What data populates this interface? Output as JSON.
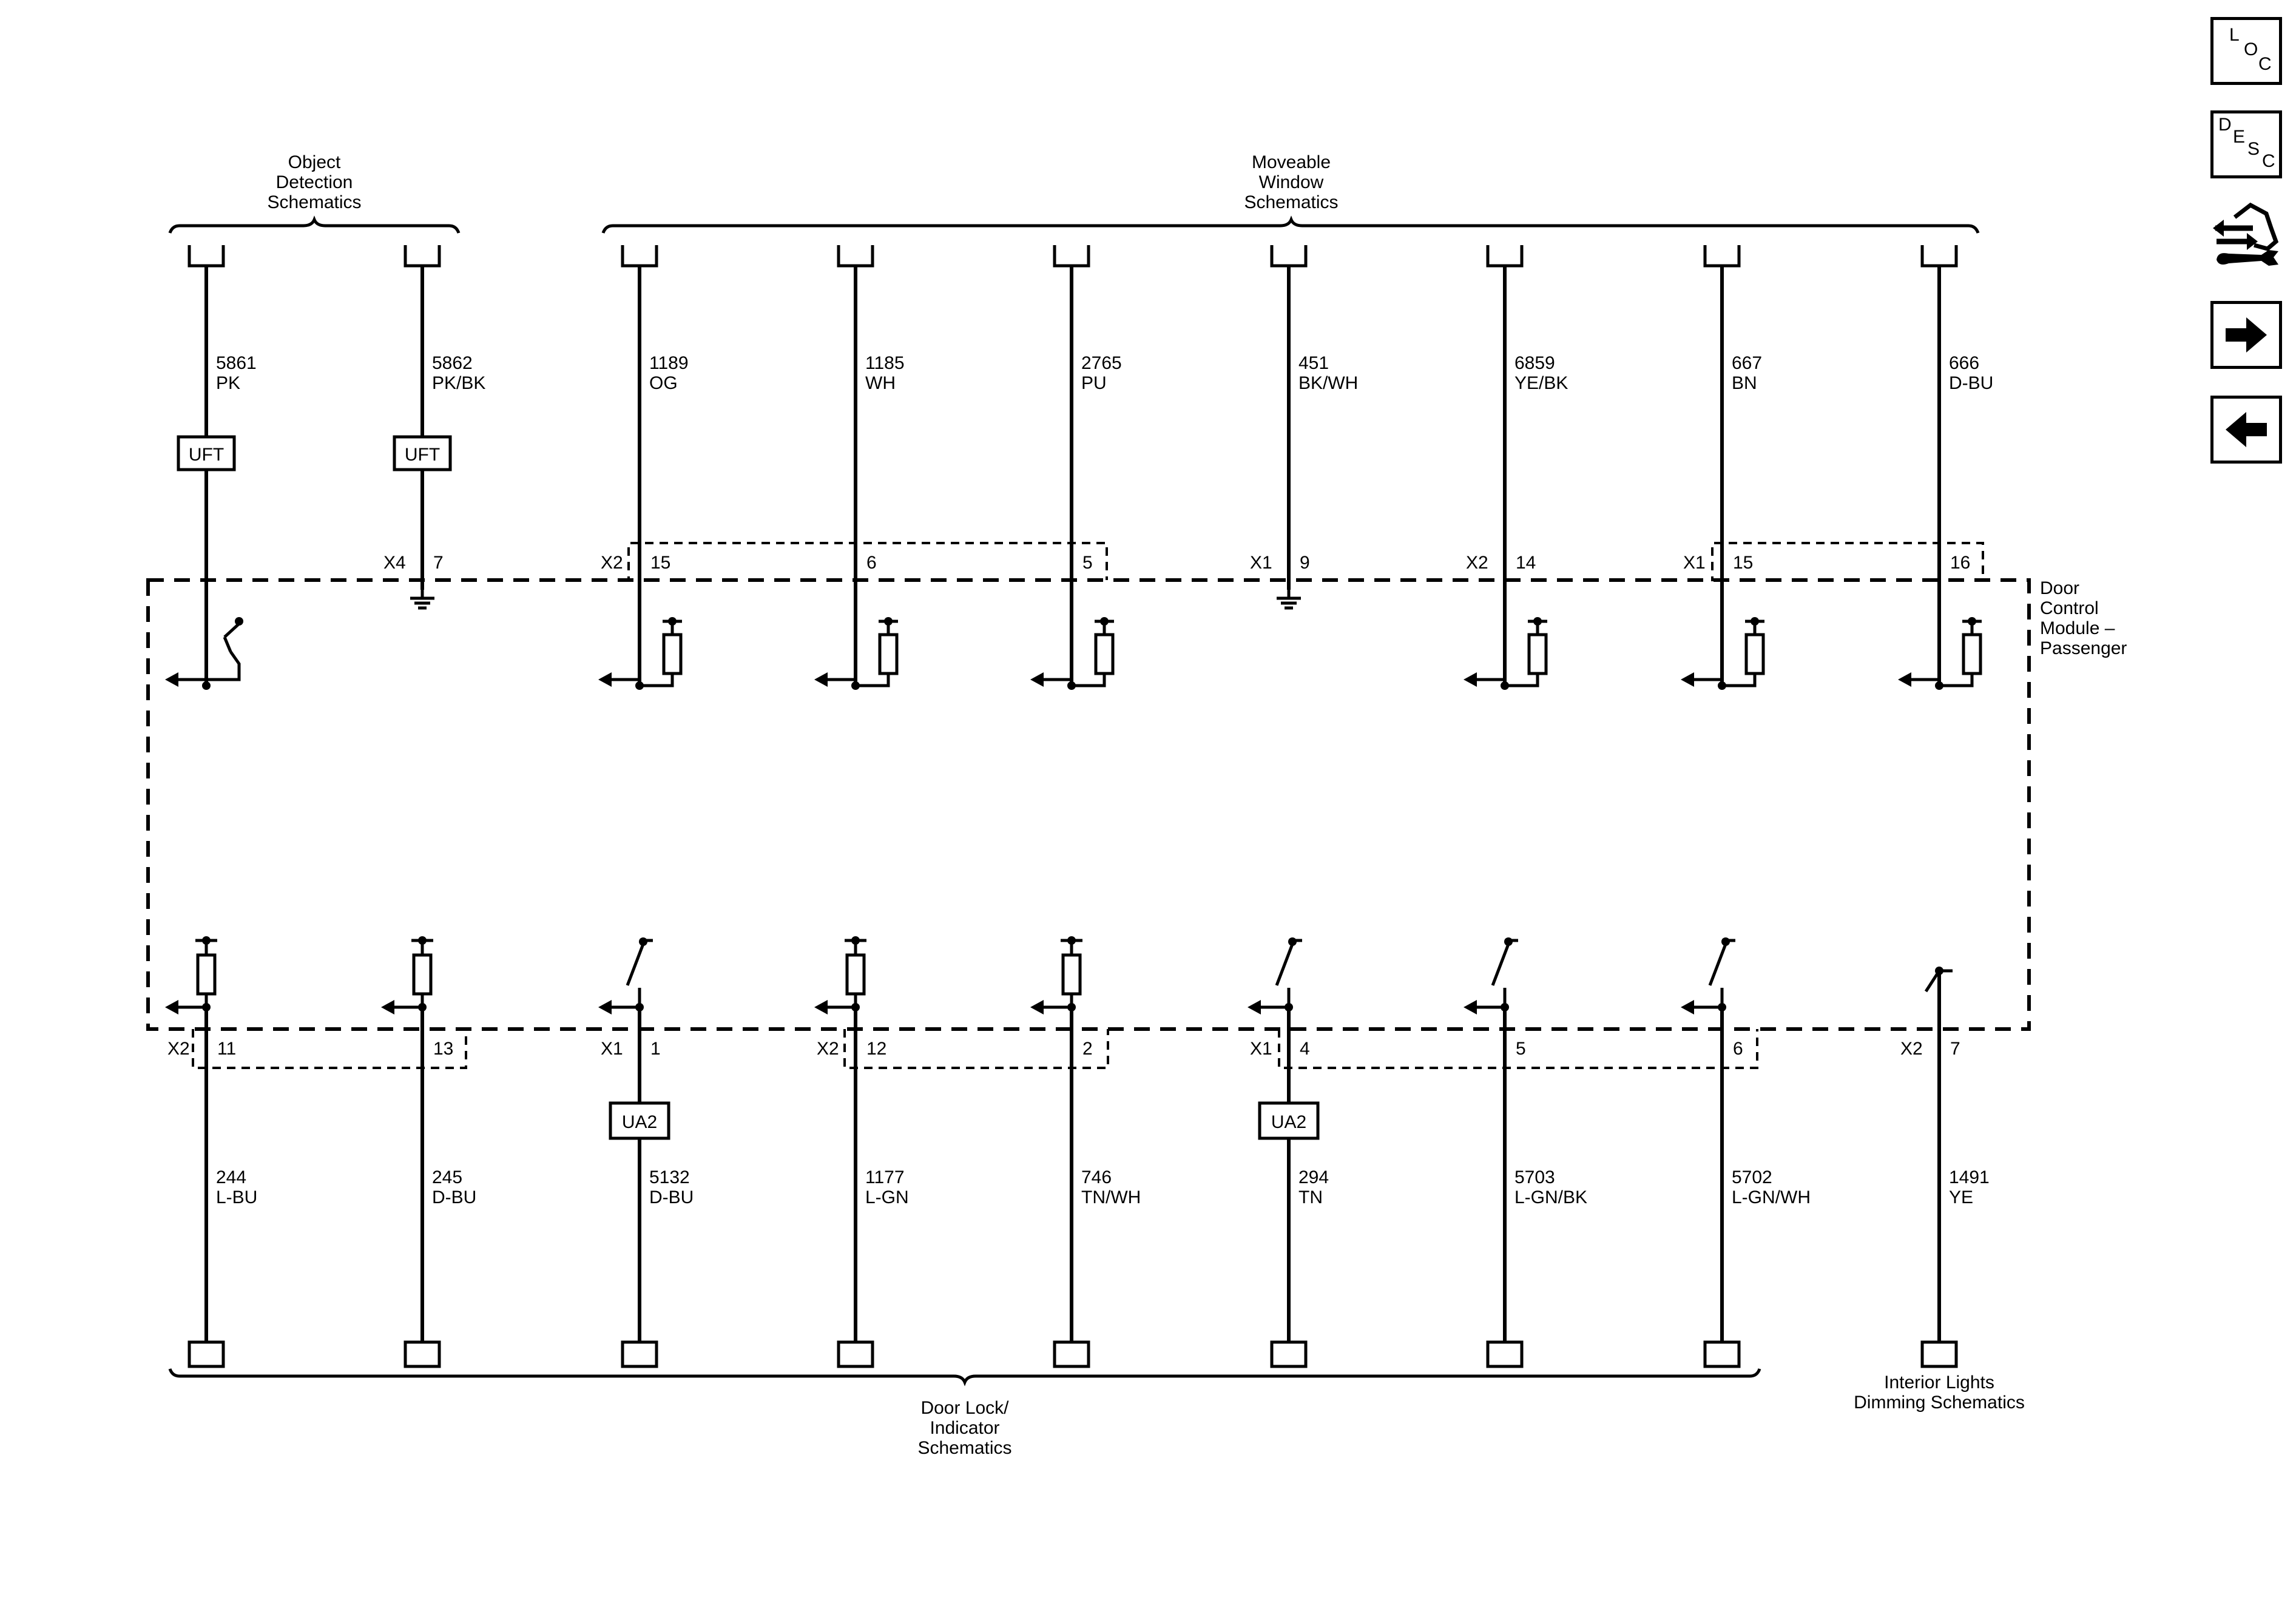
{
  "groups": {
    "object_detection": [
      "Object",
      "Detection",
      "Schematics"
    ],
    "moveable_window": [
      "Moveable",
      "Window",
      "Schematics"
    ],
    "door_lock": [
      "Door Lock/",
      "Indicator",
      "Schematics"
    ],
    "interior_lights": [
      "Interior Lights",
      "Dimming Schematics"
    ]
  },
  "module_name": [
    "Door",
    "Control",
    "Module –",
    "Passenger"
  ],
  "top_circuits": [
    {
      "circuit": "5861",
      "color": "PK",
      "connector": "",
      "pin": "",
      "device": "UFT"
    },
    {
      "circuit": "5862",
      "color": "PK/BK",
      "connector": "X4",
      "pin": "7",
      "device": "UFT"
    },
    {
      "circuit": "1189",
      "color": "OG",
      "connector": "X2",
      "pin": "15",
      "device": ""
    },
    {
      "circuit": "1185",
      "color": "WH",
      "connector": "",
      "pin": "6",
      "device": ""
    },
    {
      "circuit": "2765",
      "color": "PU",
      "connector": "",
      "pin": "5",
      "device": ""
    },
    {
      "circuit": "451",
      "color": "BK/WH",
      "connector": "X1",
      "pin": "9",
      "device": ""
    },
    {
      "circuit": "6859",
      "color": "YE/BK",
      "connector": "X2",
      "pin": "14",
      "device": ""
    },
    {
      "circuit": "667",
      "color": "BN",
      "connector": "X1",
      "pin": "15",
      "device": ""
    },
    {
      "circuit": "666",
      "color": "D-BU",
      "connector": "",
      "pin": "16",
      "device": ""
    }
  ],
  "bottom_circuits": [
    {
      "circuit": "244",
      "color": "L-BU",
      "connector": "X2",
      "pin": "11",
      "device": ""
    },
    {
      "circuit": "245",
      "color": "D-BU",
      "connector": "",
      "pin": "13",
      "device": ""
    },
    {
      "circuit": "5132",
      "color": "D-BU",
      "connector": "X1",
      "pin": "1",
      "device": "UA2"
    },
    {
      "circuit": "1177",
      "color": "L-GN",
      "connector": "X2",
      "pin": "12",
      "device": ""
    },
    {
      "circuit": "746",
      "color": "TN/WH",
      "connector": "",
      "pin": "2",
      "device": ""
    },
    {
      "circuit": "294",
      "color": "TN",
      "connector": "X1",
      "pin": "4",
      "device": "UA2"
    },
    {
      "circuit": "5703",
      "color": "L-GN/BK",
      "connector": "",
      "pin": "5",
      "device": ""
    },
    {
      "circuit": "5702",
      "color": "L-GN/WH",
      "connector": "",
      "pin": "6",
      "device": ""
    },
    {
      "circuit": "1491",
      "color": "YE",
      "connector": "X2",
      "pin": "7",
      "device": ""
    }
  ],
  "nav": {
    "loc": [
      "L",
      "O",
      "C"
    ],
    "desc": [
      "D",
      "E",
      "S",
      "C"
    ]
  }
}
